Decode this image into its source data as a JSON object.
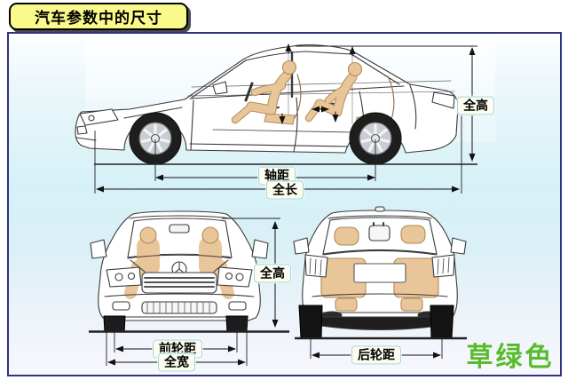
{
  "title": "汽车参数中的尺寸",
  "dimension_labels": {
    "overall_height": "全高",
    "wheelbase": "轴距",
    "overall_length": "全长",
    "front_track": "前轮距",
    "overall_width": "全宽",
    "rear_track": "后轮距"
  },
  "annotation": {
    "text": "草绿色",
    "color": "#57bb2b"
  },
  "colors": {
    "title_background": "#fafa8c",
    "panel_border": "#2f3286",
    "panel_background_cyan": "#d5f1f7",
    "label_background": "#fcfdee",
    "label_border": "#9ed6dc",
    "occupant_tan": "#e9c69a",
    "line_ink": "#3a3a3a"
  }
}
